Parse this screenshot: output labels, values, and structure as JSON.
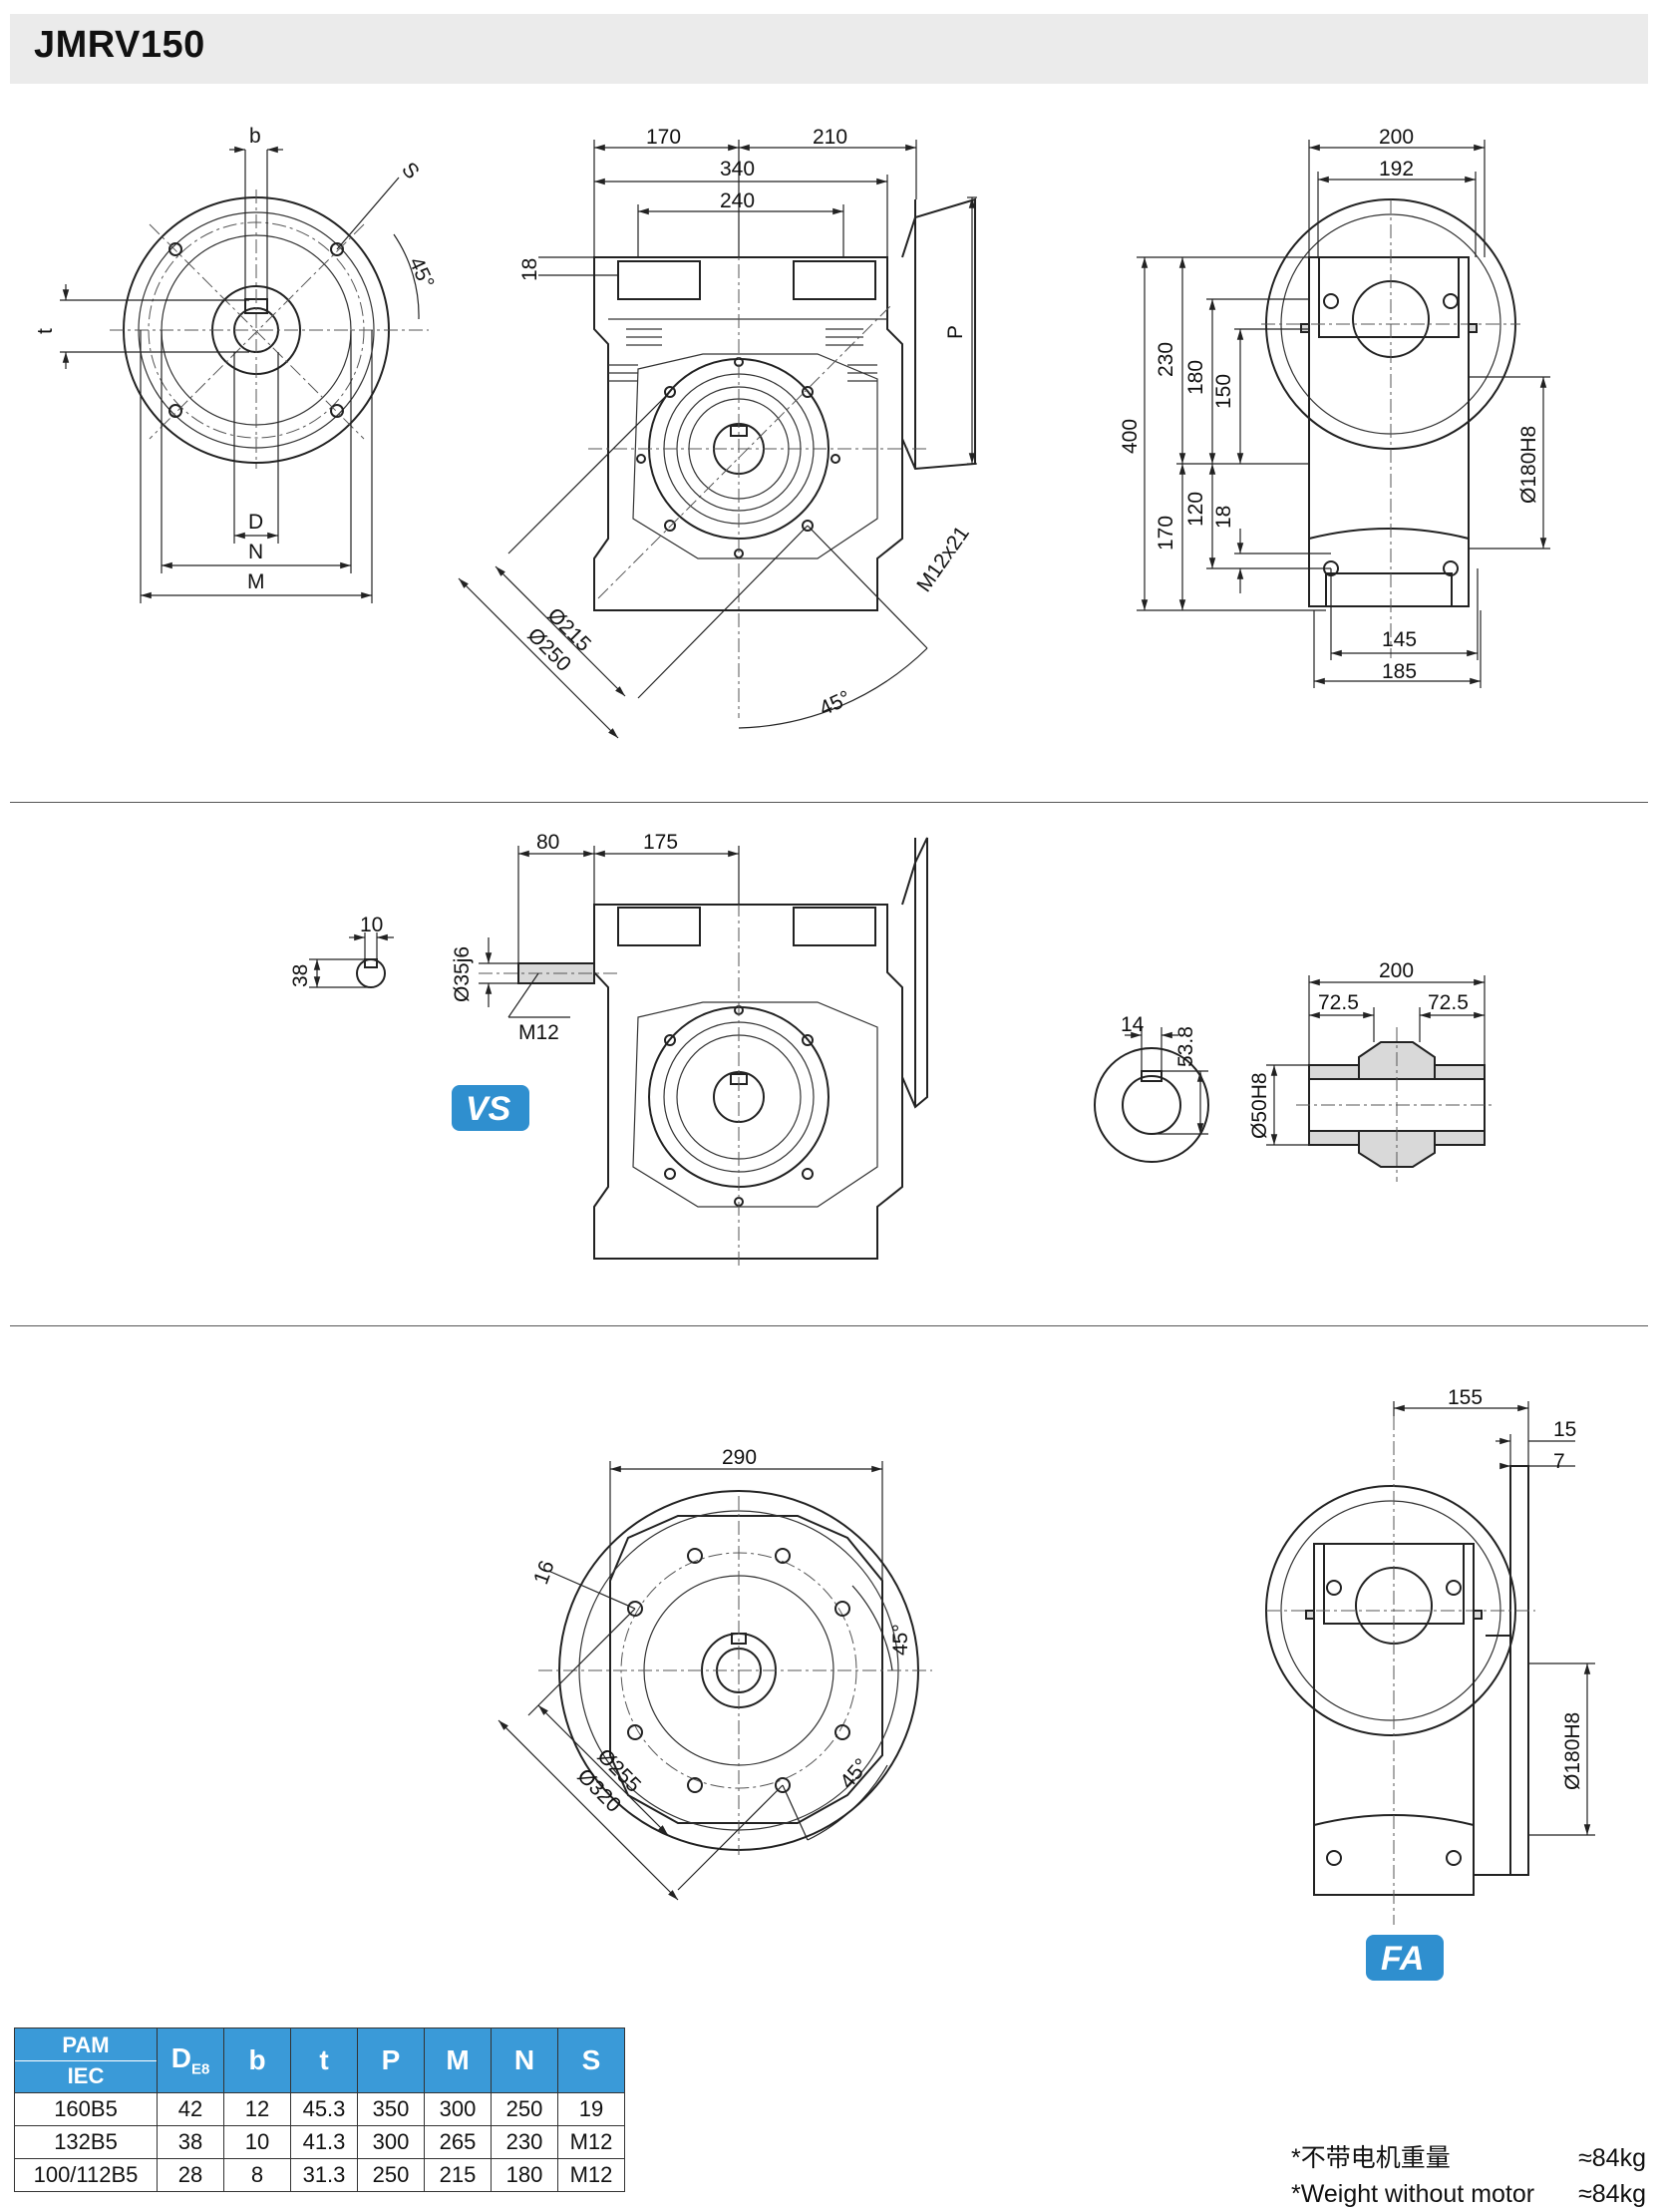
{
  "header": {
    "title": "JMRV150"
  },
  "view1": {
    "flange_dims": {
      "b": "b",
      "s": "S",
      "angle": "45°",
      "t": "t",
      "d": "D",
      "n": "N",
      "m": "M"
    },
    "front_dims": {
      "w170": "170",
      "w210": "210",
      "w340": "340",
      "w240": "240",
      "h18": "18",
      "p": "P",
      "d215": "Ø215",
      "d250": "Ø250",
      "m12x21": "M12x21",
      "angle": "45°"
    },
    "side_dims": {
      "w200": "200",
      "w192": "192",
      "h230": "230",
      "h400": "400",
      "h180": "180",
      "h150": "150",
      "h170": "170",
      "h120": "120",
      "h18": "18",
      "w145": "145",
      "w185": "185",
      "bore": "Ø180H8"
    }
  },
  "view2": {
    "key_dims": {
      "w10": "10",
      "h38": "38"
    },
    "front_dims": {
      "w80": "80",
      "w175": "175",
      "shaft": "Ø35j6",
      "thread": "M12"
    },
    "badge": "VS",
    "bore_dims": {
      "w14": "14",
      "h538": "53.8"
    },
    "shaft_dims": {
      "w200": "200",
      "w725a": "72.5",
      "w725b": "72.5",
      "bore": "Ø50H8"
    }
  },
  "view3": {
    "flange_dims": {
      "w290": "290",
      "d16": "16",
      "angle1": "45°",
      "angle2": "45°",
      "d255": "Ø255",
      "d320": "Ø320"
    },
    "side_dims": {
      "w155": "155",
      "w15": "15",
      "w7": "7",
      "bore": "Ø180H8"
    },
    "badge": "FA"
  },
  "table": {
    "header_pam": "PAM",
    "header_iec": "IEC",
    "header_de": "D",
    "header_de_sub": "E8",
    "columns": [
      "b",
      "t",
      "P",
      "M",
      "N",
      "S"
    ],
    "rows": [
      [
        "160B5",
        "42",
        "12",
        "45.3",
        "350",
        "300",
        "250",
        "19"
      ],
      [
        "132B5",
        "38",
        "10",
        "41.3",
        "300",
        "265",
        "230",
        "M12"
      ],
      [
        "100/112B5",
        "28",
        "8",
        "31.3",
        "250",
        "215",
        "180",
        "M12"
      ]
    ]
  },
  "weight": {
    "cn_label": "*不带电机重量",
    "cn_value": "≈84kg",
    "en_label": "*Weight without motor",
    "en_value": "≈84kg"
  }
}
